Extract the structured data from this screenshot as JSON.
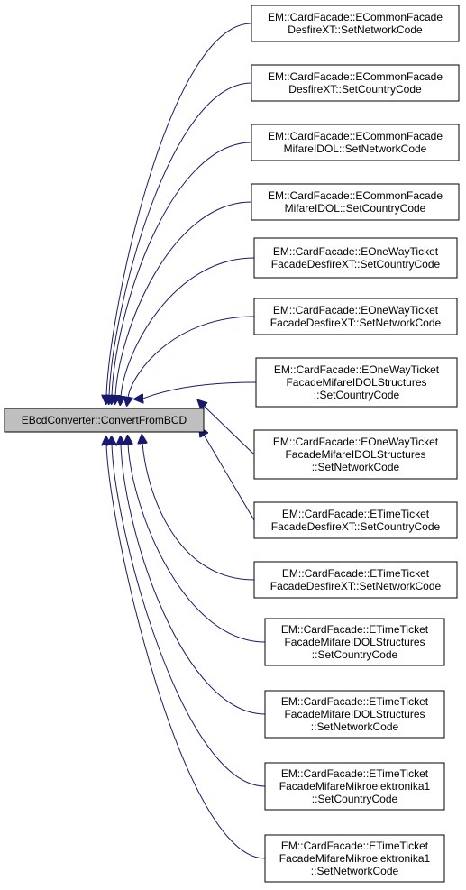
{
  "root": {
    "label": "EBcdConverter::ConvertFromBCD"
  },
  "callers": [
    {
      "lines": [
        "EM::CardFacade::ECommonFacade",
        "DesfireXT::SetNetworkCode"
      ]
    },
    {
      "lines": [
        "EM::CardFacade::ECommonFacade",
        "DesfireXT::SetCountryCode"
      ]
    },
    {
      "lines": [
        "EM::CardFacade::ECommonFacade",
        "MifareIDOL::SetNetworkCode"
      ]
    },
    {
      "lines": [
        "EM::CardFacade::ECommonFacade",
        "MifareIDOL::SetCountryCode"
      ]
    },
    {
      "lines": [
        "EM::CardFacade::EOneWayTicket",
        "FacadeDesfireXT::SetCountryCode"
      ]
    },
    {
      "lines": [
        "EM::CardFacade::EOneWayTicket",
        "FacadeDesfireXT::SetNetworkCode"
      ]
    },
    {
      "lines": [
        "EM::CardFacade::EOneWayTicket",
        "FacadeMifareIDOLStructures",
        "::SetCountryCode"
      ]
    },
    {
      "lines": [
        "EM::CardFacade::EOneWayTicket",
        "FacadeMifareIDOLStructures",
        "::SetNetworkCode"
      ]
    },
    {
      "lines": [
        "EM::CardFacade::ETimeTicket",
        "FacadeDesfireXT::SetCountryCode"
      ]
    },
    {
      "lines": [
        "EM::CardFacade::ETimeTicket",
        "FacadeDesfireXT::SetNetworkCode"
      ]
    },
    {
      "lines": [
        "EM::CardFacade::ETimeTicket",
        "FacadeMifareIDOLStructures",
        "::SetCountryCode"
      ]
    },
    {
      "lines": [
        "EM::CardFacade::ETimeTicket",
        "FacadeMifareIDOLStructures",
        "::SetNetworkCode"
      ]
    },
    {
      "lines": [
        "EM::CardFacade::ETimeTicket",
        "FacadeMifareMikroelektronika1",
        "::SetCountryCode"
      ]
    },
    {
      "lines": [
        "EM::CardFacade::ETimeTicket",
        "FacadeMifareMikroelektronika1",
        "::SetNetworkCode"
      ]
    }
  ],
  "colors": {
    "edge": "#191970",
    "root_fill": "#bfbfbf",
    "box_stroke": "#000000"
  }
}
